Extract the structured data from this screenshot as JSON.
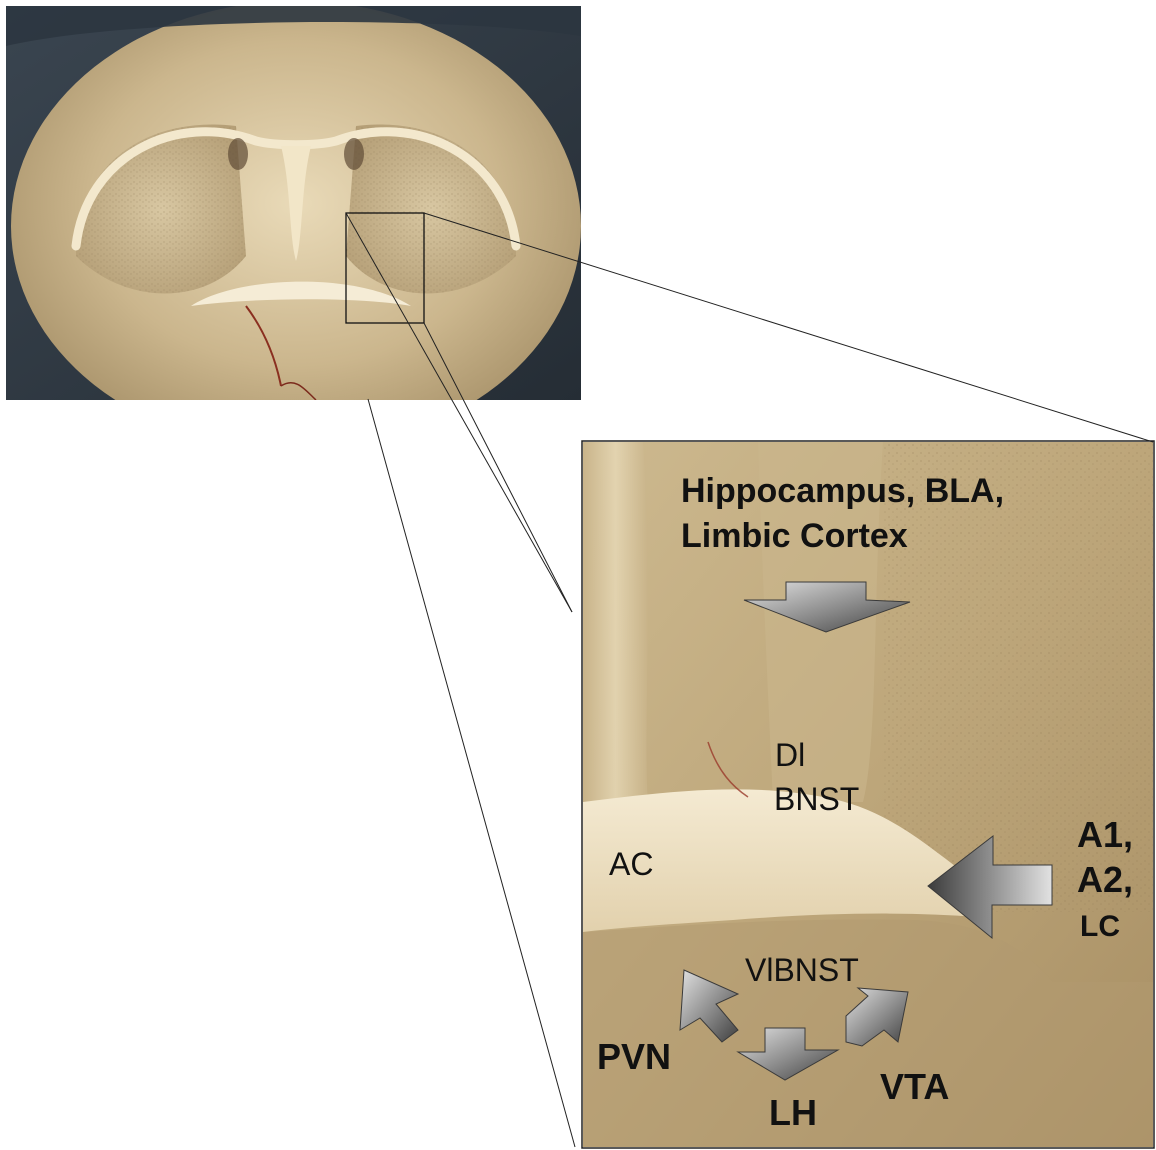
{
  "labels": {
    "afferent_top": "Hippocampus, BLA,",
    "afferent_top_2": "Limbic Cortex",
    "dl_1": "Dl",
    "dl_2": "BNST",
    "ac": "AC",
    "a1": "A1,",
    "a2": "A2,",
    "lc": "LC",
    "vlbnst": "VlBNST",
    "pvn": "PVN",
    "lh": "LH",
    "vta": "VTA"
  },
  "colors": {
    "tissue_light": "#e8d8b4",
    "tissue_mid": "#c9b48a",
    "tissue_dark": "#9c855c",
    "background_dark": "#2f3a44",
    "arrow_light": "#dcdcdc",
    "arrow_dark": "#4a4a4a"
  }
}
